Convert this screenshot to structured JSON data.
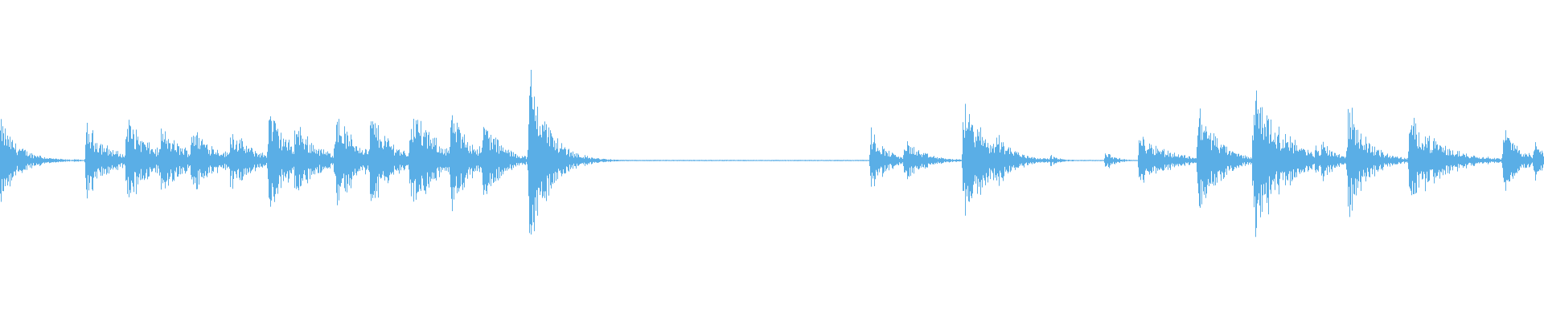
{
  "waveform": {
    "color": "#5aaee6",
    "background": "#ffffff",
    "duration_fraction_events": [
      {
        "t": 0.0,
        "amp": 0.42,
        "decay": 0.012
      },
      {
        "t": 0.024,
        "amp": 0.08,
        "decay": 0.006
      },
      {
        "t": 0.048,
        "amp": 0.02,
        "decay": 0.004
      },
      {
        "t": 0.056,
        "amp": 0.38,
        "decay": 0.014
      },
      {
        "t": 0.082,
        "amp": 0.48,
        "decay": 0.014
      },
      {
        "t": 0.104,
        "amp": 0.34,
        "decay": 0.016
      },
      {
        "t": 0.124,
        "amp": 0.38,
        "decay": 0.015
      },
      {
        "t": 0.149,
        "amp": 0.34,
        "decay": 0.014
      },
      {
        "t": 0.174,
        "amp": 0.58,
        "decay": 0.012
      },
      {
        "t": 0.191,
        "amp": 0.42,
        "decay": 0.014
      },
      {
        "t": 0.217,
        "amp": 0.52,
        "decay": 0.014
      },
      {
        "t": 0.24,
        "amp": 0.5,
        "decay": 0.014
      },
      {
        "t": 0.266,
        "amp": 0.58,
        "decay": 0.016
      },
      {
        "t": 0.292,
        "amp": 0.5,
        "decay": 0.014
      },
      {
        "t": 0.313,
        "amp": 0.44,
        "decay": 0.012
      },
      {
        "t": 0.343,
        "amp": 1.0,
        "decay": 0.012
      },
      {
        "t": 0.362,
        "amp": 0.12,
        "decay": 0.008
      },
      {
        "t": 0.564,
        "amp": 0.32,
        "decay": 0.01
      },
      {
        "t": 0.586,
        "amp": 0.22,
        "decay": 0.012
      },
      {
        "t": 0.624,
        "amp": 0.62,
        "decay": 0.016
      },
      {
        "t": 0.645,
        "amp": 0.3,
        "decay": 0.012
      },
      {
        "t": 0.68,
        "amp": 0.06,
        "decay": 0.006
      },
      {
        "t": 0.716,
        "amp": 0.1,
        "decay": 0.006
      },
      {
        "t": 0.738,
        "amp": 0.28,
        "decay": 0.018
      },
      {
        "t": 0.776,
        "amp": 0.58,
        "decay": 0.012
      },
      {
        "t": 0.784,
        "amp": 0.34,
        "decay": 0.012
      },
      {
        "t": 0.812,
        "amp": 0.86,
        "decay": 0.016
      },
      {
        "t": 0.833,
        "amp": 0.34,
        "decay": 0.012
      },
      {
        "t": 0.852,
        "amp": 0.16,
        "decay": 0.008
      },
      {
        "t": 0.856,
        "amp": 0.22,
        "decay": 0.01
      },
      {
        "t": 0.873,
        "amp": 0.6,
        "decay": 0.012
      },
      {
        "t": 0.913,
        "amp": 0.46,
        "decay": 0.02
      },
      {
        "t": 0.974,
        "amp": 0.36,
        "decay": 0.01
      },
      {
        "t": 0.994,
        "amp": 0.22,
        "decay": 0.008
      }
    ]
  }
}
